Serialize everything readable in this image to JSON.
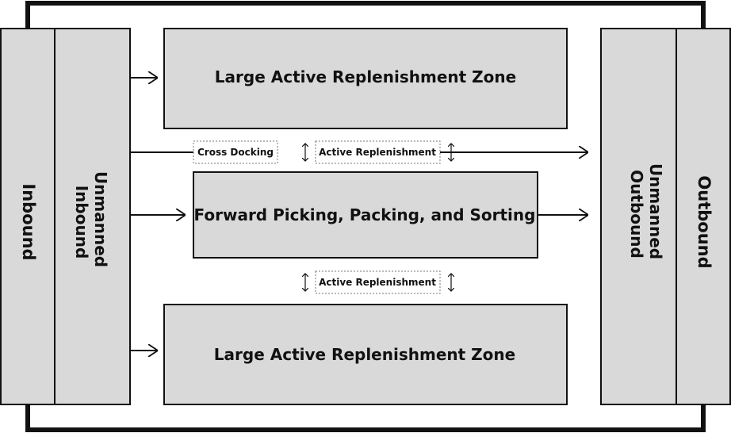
{
  "colors": {
    "box_fill": "#d9d9d9",
    "stroke": "#111111",
    "tag_border": "#777777",
    "background": "#ffffff"
  },
  "columns": {
    "inbound": "Inbound",
    "unmanned_inbound_line1": "Unmanned",
    "unmanned_inbound_line2": "Inbound",
    "unmanned_outbound_line1": "Unmanned",
    "unmanned_outbound_line2": "Outbound",
    "outbound": "Outbound"
  },
  "zones": {
    "top": "Large Active Replenishment Zone",
    "middle": "Forward Picking, Packing, and Sorting",
    "bottom": "Large Active Replenishment Zone"
  },
  "tags": {
    "cross_docking": "Cross Docking",
    "active_replenishment_upper": "Active Replenishment",
    "active_replenishment_lower": "Active Replenishment"
  },
  "icons": [
    "arrow-right-icon",
    "double-arrow-vertical-icon"
  ]
}
